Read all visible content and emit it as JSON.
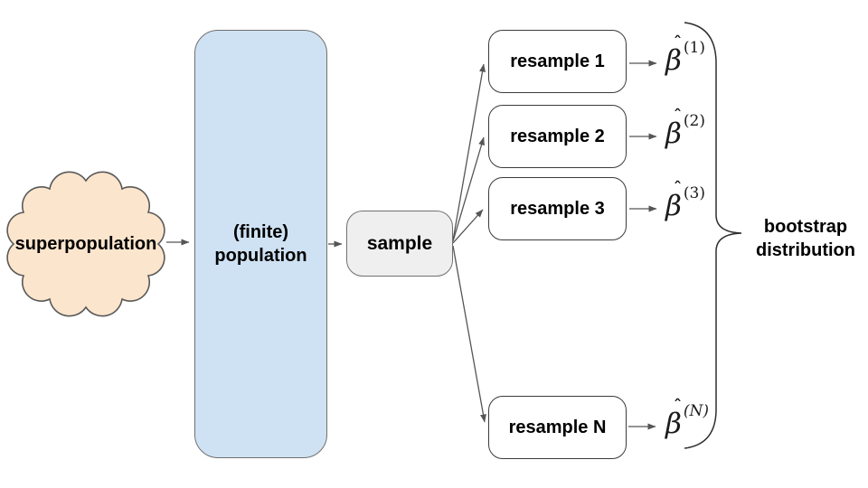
{
  "colors": {
    "cloud_fill": "#fce5cd",
    "population_fill": "#cfe2f3",
    "sample_fill": "#efefef",
    "resample_fill": "#ffffff",
    "node_border": "#707070",
    "resample_border": "#3b3b3b",
    "cloud_border": "#595959",
    "arrow": "#555555",
    "brace": "#2f2f2f",
    "text": "#000000"
  },
  "diagram": {
    "cloud": {
      "label": "superpopulation"
    },
    "population": {
      "label": "(finite) population"
    },
    "sample": {
      "label": "sample"
    },
    "resamples": [
      {
        "label": "resample 1"
      },
      {
        "label": "resample 2"
      },
      {
        "label": "resample 3"
      },
      {
        "label": "resample N"
      }
    ],
    "estimates": [
      {
        "hat": "ˆ",
        "base": "β",
        "sup": "(1)"
      },
      {
        "hat": "ˆ",
        "base": "β",
        "sup": "(2)"
      },
      {
        "hat": "ˆ",
        "base": "β",
        "sup": "(3)"
      },
      {
        "hat": "ˆ",
        "base": "β",
        "sup": "(N)"
      }
    ],
    "brace_label": "bootstrap distribution"
  }
}
